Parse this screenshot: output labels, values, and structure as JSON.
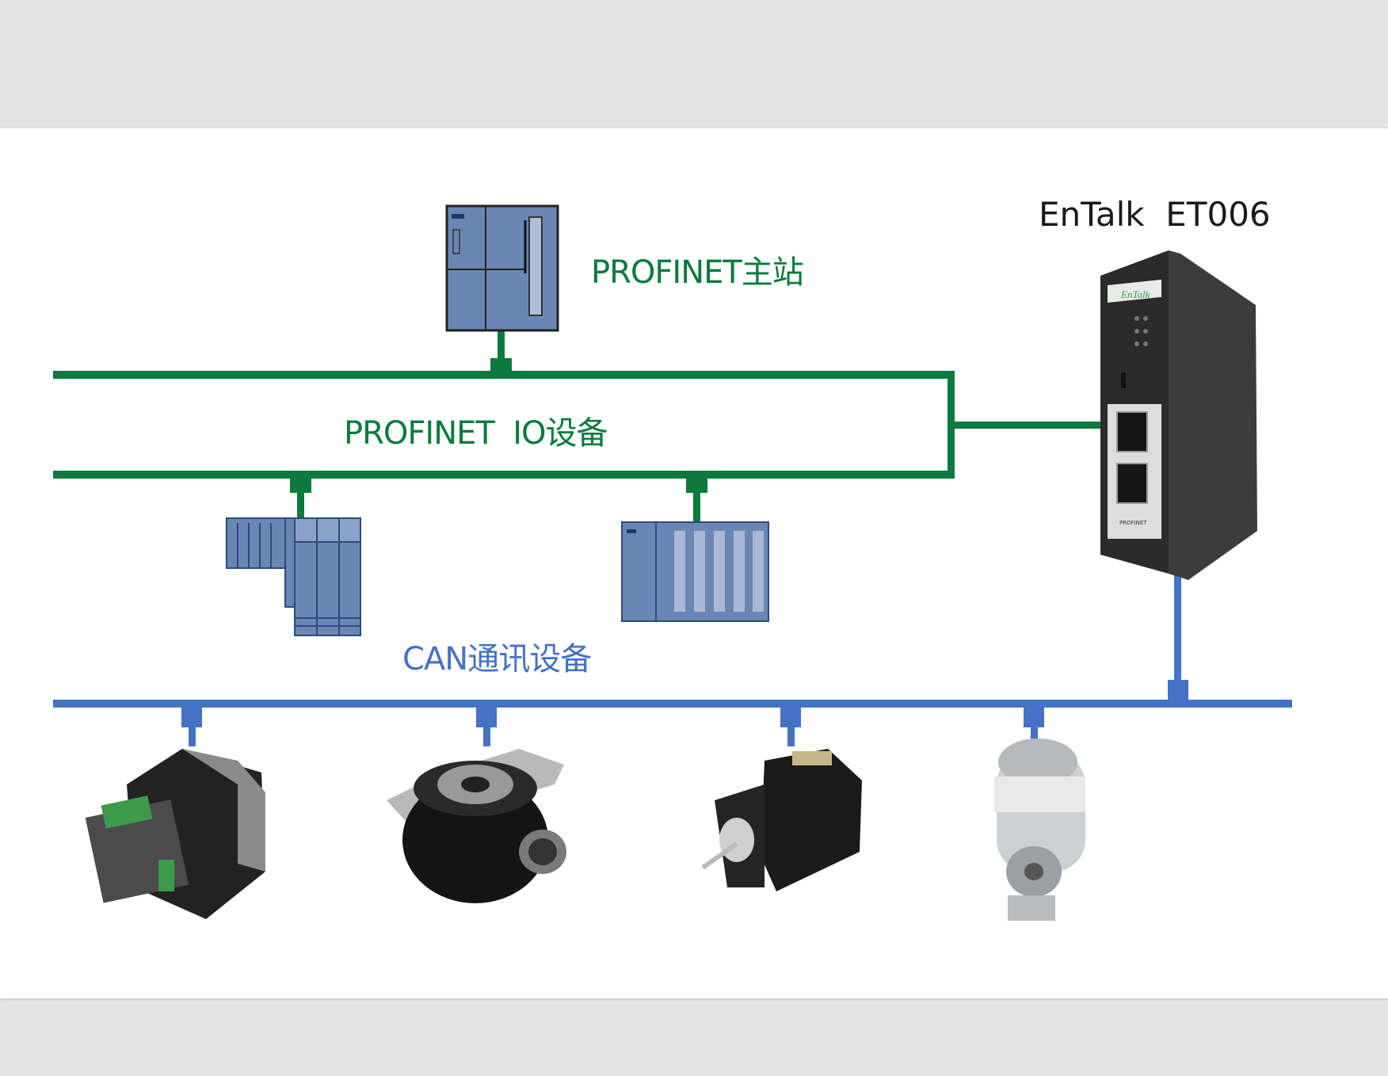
{
  "labels": {
    "master": "PROFINET主站",
    "io_devices": "PROFINET  IO设备",
    "can_devices": "CAN通讯设备",
    "gateway": "EnTalk  ET006"
  },
  "gateway_device": {
    "brand_plate": "EnTalk",
    "port_label": "PROFINET"
  },
  "colors": {
    "profinet_line": "#0a7a3e",
    "can_line": "#4472c4",
    "plc_fill": "#6a87b3",
    "background": "#e3e3e3"
  }
}
